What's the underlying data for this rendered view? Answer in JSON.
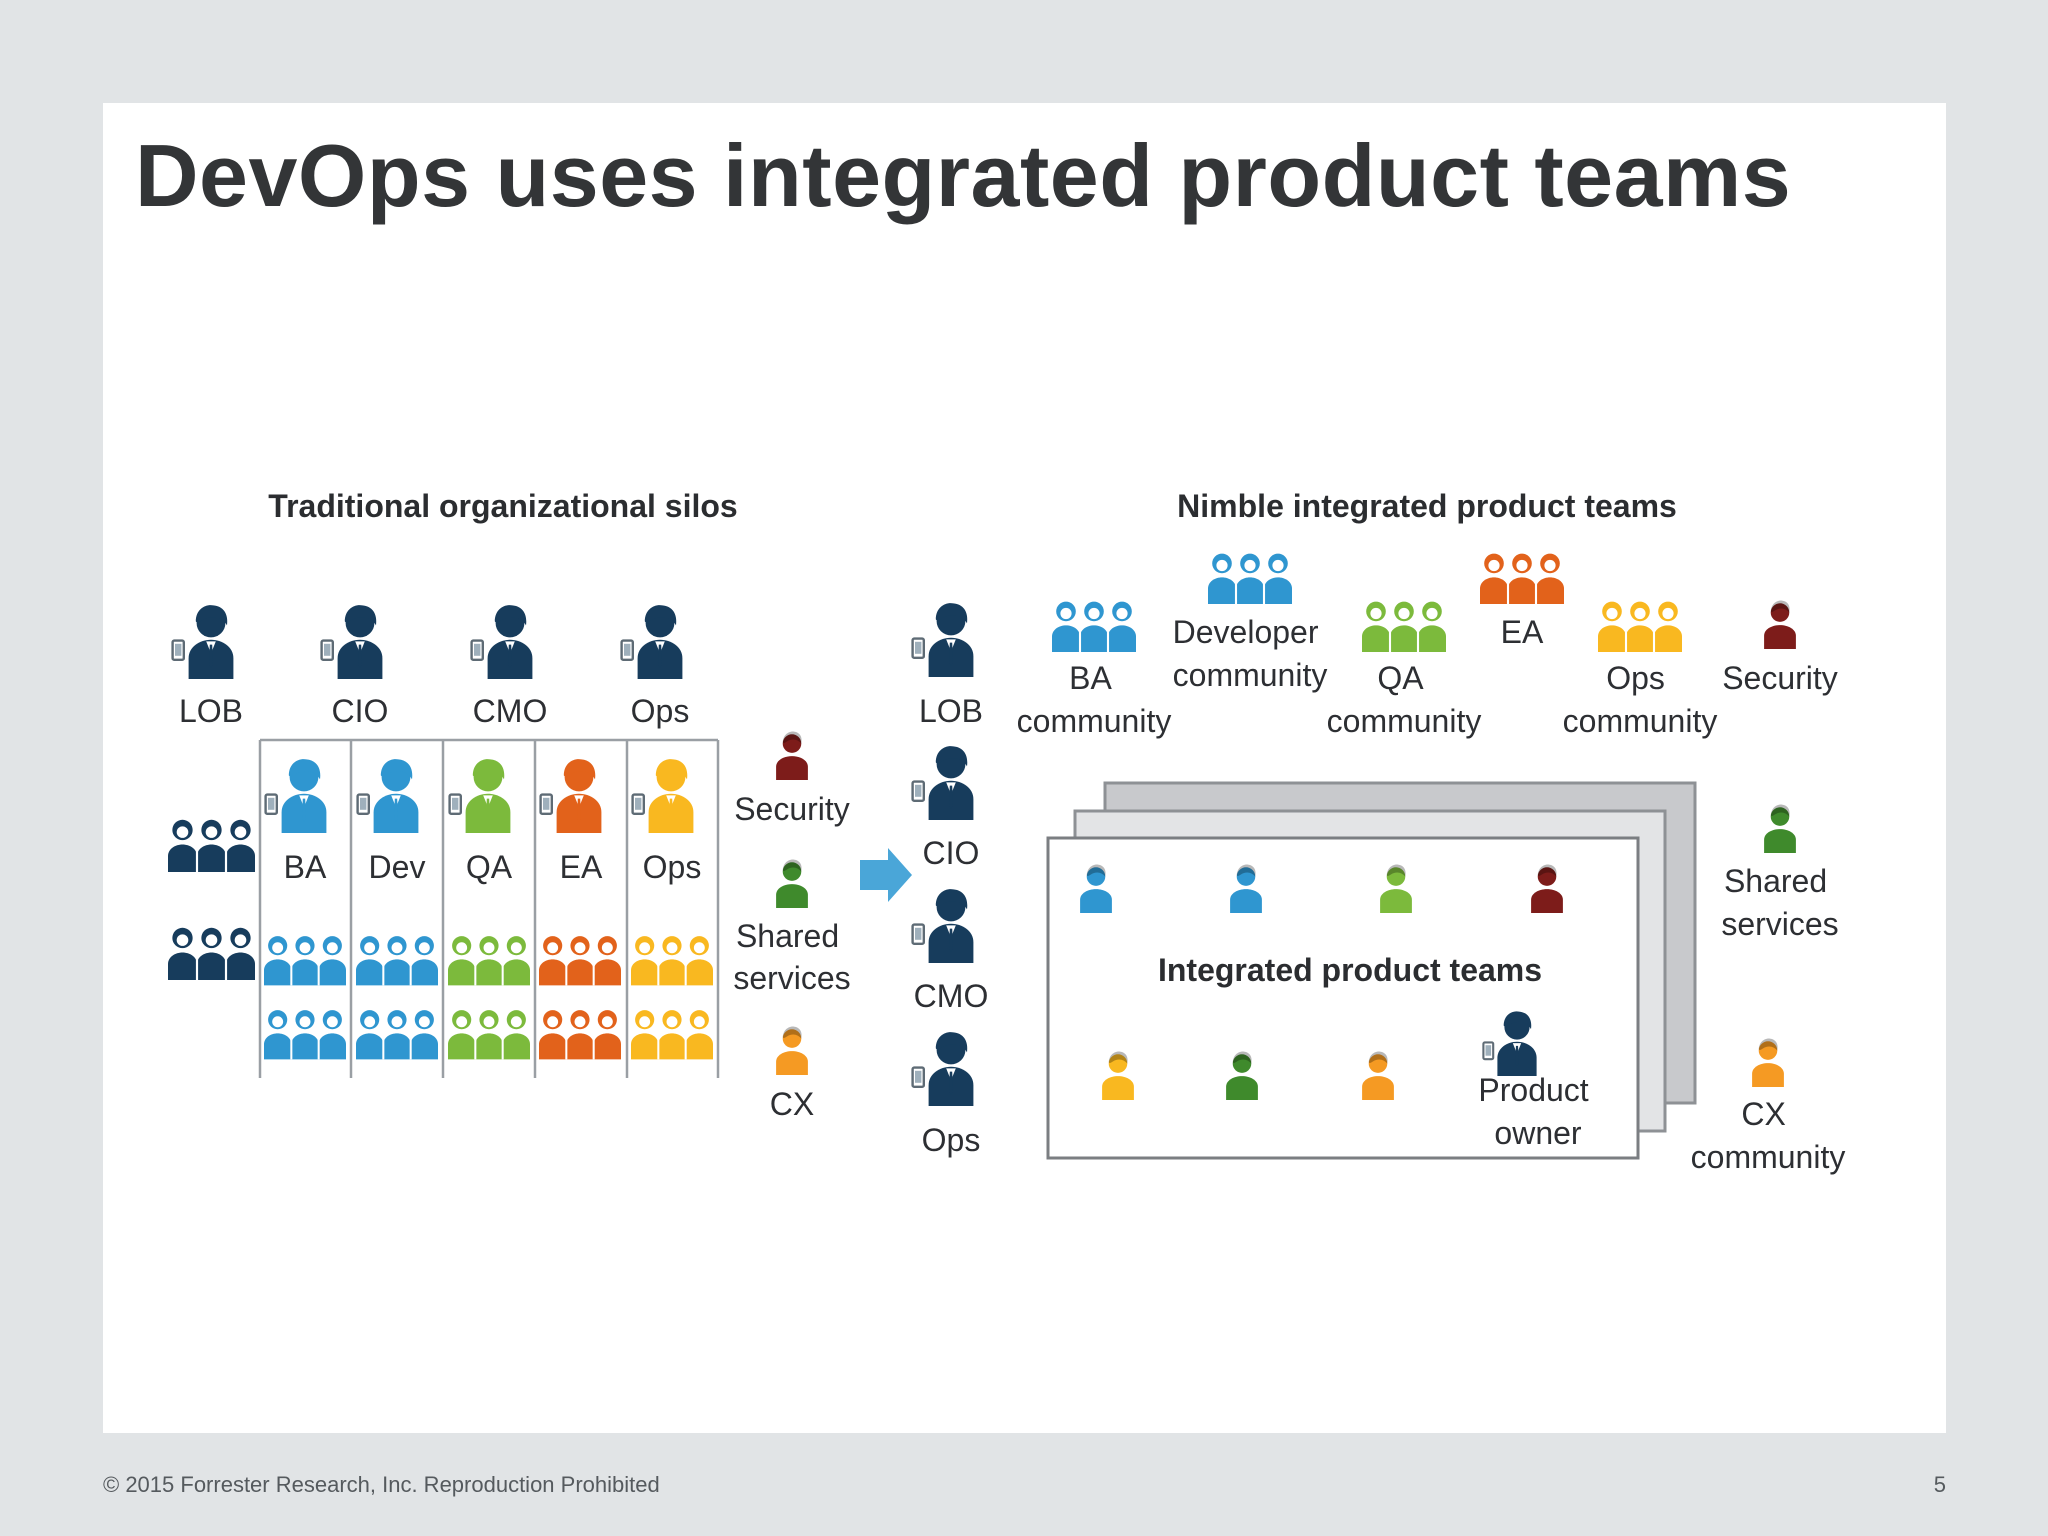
{
  "slide": {
    "title": "DevOps uses integrated product teams",
    "footer_copyright": "© 2015 Forrester Research, Inc. Reproduction Prohibited",
    "page_number": "5"
  },
  "colors": {
    "navy": "#173c5c",
    "blue": "#2f96d0",
    "green": "#7cba3c",
    "dark_green": "#3f8a2c",
    "orange_red": "#e2621b",
    "orange": "#f59a23",
    "yellow": "#f9b820",
    "maroon": "#7d1c1a"
  },
  "left": {
    "heading": "Traditional organizational silos",
    "executives": [
      "LOB",
      "CIO",
      "CMO",
      "Ops"
    ],
    "silos": [
      "BA",
      "Dev",
      "QA",
      "EA",
      "Ops"
    ],
    "side": [
      "Security",
      "Shared services",
      "CX"
    ]
  },
  "right": {
    "heading": "Nimble integrated product teams",
    "executives": [
      "LOB",
      "CIO",
      "CMO",
      "Ops"
    ],
    "communities": [
      "BA community",
      "Developer community",
      "QA community",
      "EA",
      "Ops community",
      "Security"
    ],
    "box_label": "Integrated product teams",
    "product_owner": "Product owner",
    "side": [
      "Shared services",
      "CX community"
    ]
  }
}
